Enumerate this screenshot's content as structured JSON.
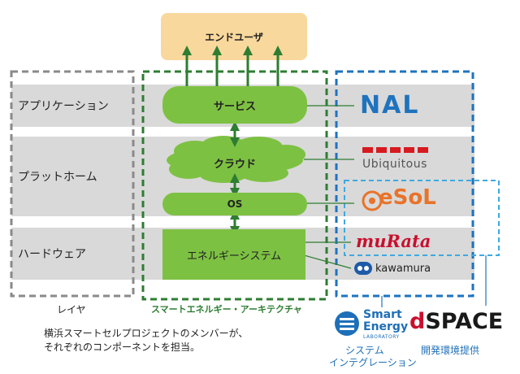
{
  "end_user": {
    "label": "エンドユーザ"
  },
  "layers": [
    {
      "label": "アプリケーション"
    },
    {
      "label": "プラットホーム"
    },
    {
      "label": "ハードウェア"
    }
  ],
  "architecture": {
    "service": "サービス",
    "cloud": "クラウド",
    "os": "OS",
    "energy_system": "エネルギーシステム"
  },
  "captions": {
    "layer": "レイヤ",
    "architecture": "スマートエネルギー・アーキテクチャ",
    "system_integration_line1": "システム",
    "system_integration_line2": "インテグレーション",
    "dev_env": "開発環境提供"
  },
  "note": {
    "line1": "横浜スマートセルプロジェクトのメンバーが、",
    "line2": "それぞれのコンポーネントを担当。"
  },
  "logos": {
    "nal": "NAL",
    "ubiquitous": "Ubiquitous",
    "esol": "eSoL",
    "murata": "muRata",
    "kawamura": "kawamura",
    "smart_energy_line1": "Smart",
    "smart_energy_line2": "Energy",
    "smart_energy_line3": "LABORATORY",
    "dspace_d": "d",
    "dspace_rest": "SPACE"
  },
  "colors": {
    "green": "#7dc142",
    "dark_green": "#2e7d32",
    "blue": "#1e73be",
    "light_blue": "#3fa9e0",
    "orange_box": "#f8d89c",
    "band_gray": "#d9d9d9"
  }
}
